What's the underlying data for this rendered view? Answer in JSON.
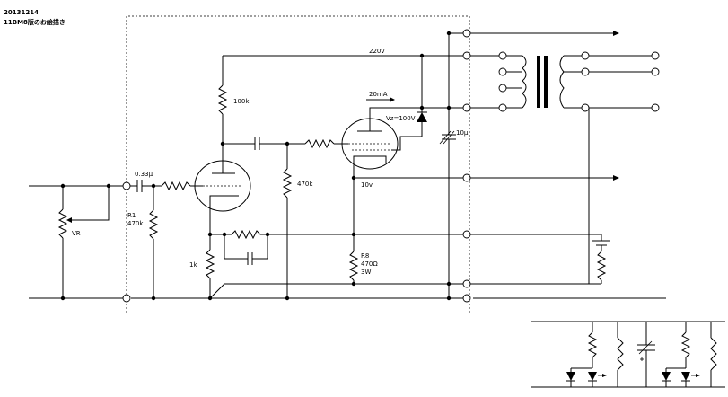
{
  "header": {
    "date": "20131214",
    "title": "11BM8版のお絵描き"
  },
  "labels": {
    "c_input": "0.33μ",
    "r1_name": "R1",
    "r1_value": "470k",
    "vr": "VR",
    "plate_load": "100k",
    "grid_leak": "470k",
    "cathode_r": "1k",
    "r8_name": "R8",
    "r8_value": "470Ω",
    "r8_power": "3W",
    "b_plus": "220v",
    "heater": "10v",
    "current": "20mA",
    "zener": "Vz=100V",
    "cap_10u": "10μ"
  },
  "colors": {
    "ink": "#000000",
    "background": "#ffffff"
  }
}
